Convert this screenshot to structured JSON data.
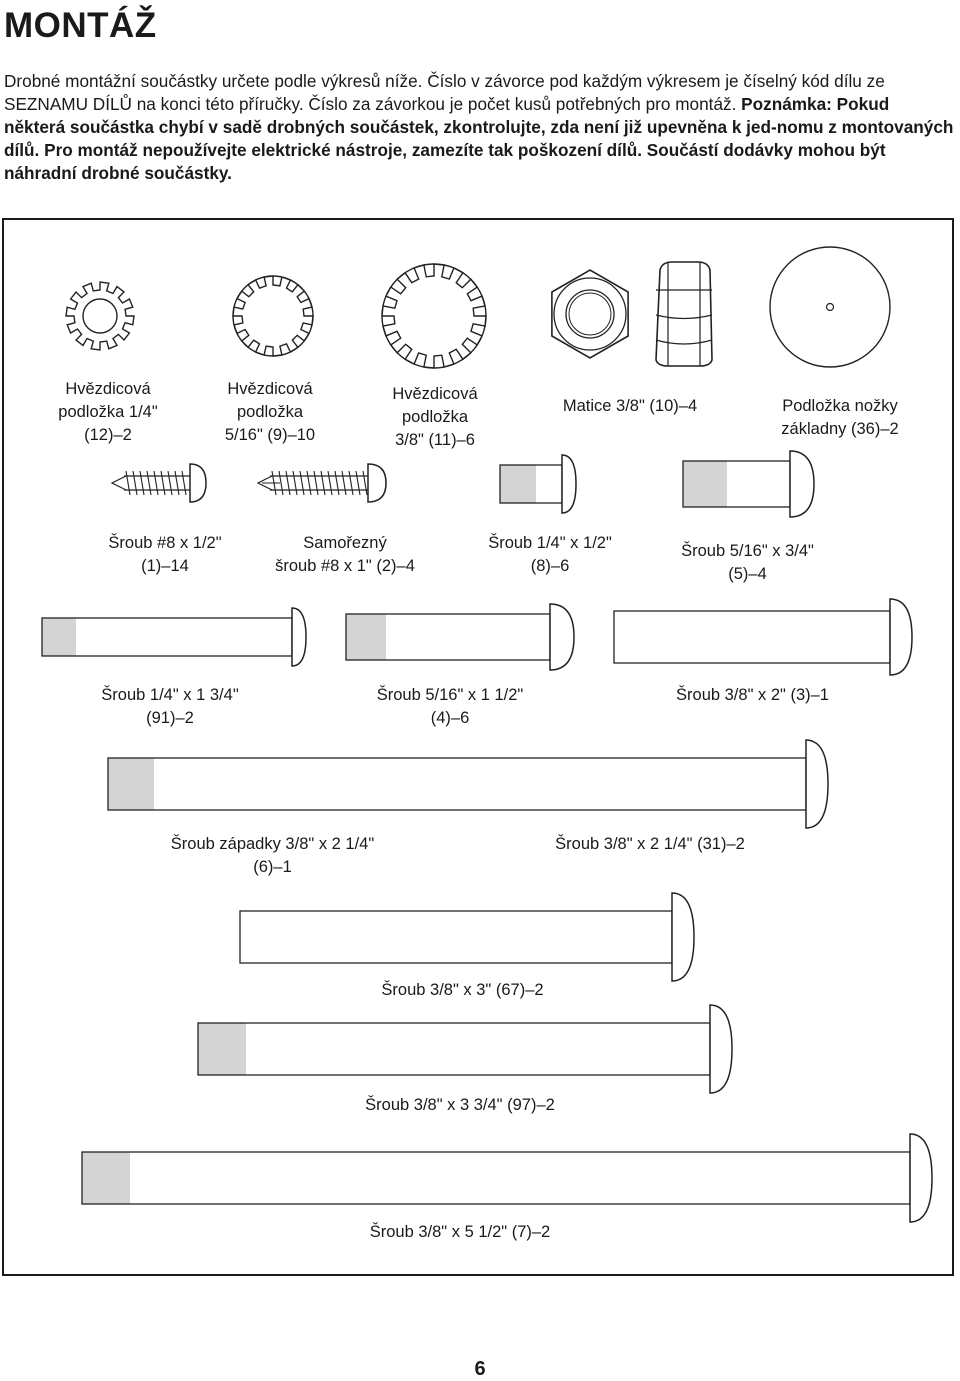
{
  "page": {
    "title": "MONTÁŽ",
    "intro": {
      "normal": "Drobné montážní součástky určete podle výkresů níže. Číslo v závorce pod každým výkresem je číselný kód dílu ze SEZNAMU DÍLŮ na konci této příručky. Číslo za závorkou je počet kusů potřebných pro montáž.",
      "bold": "Poznámka: Pokud některá součástka chybí v sadě drobných součástek, zkontrolujte, zda není již upevněna k jed-nomu z montovaných dílů. Pro montáž nepoužívejte elektrické nástroje, zamezíte tak poškození dílů. Součástí dodávky mohou být náhradní drobné součástky."
    },
    "page_number": "6"
  },
  "parts": [
    {
      "id": "p1",
      "label": "Hvězdicová\npodložka 1/4\"\n(12)–2"
    },
    {
      "id": "p2",
      "label": "Hvězdicová\npodložka\n5/16\" (9)–10"
    },
    {
      "id": "p3",
      "label": "Hvězdicová\npodložka\n3/8\" (11)–6"
    },
    {
      "id": "p4",
      "label": "Matice 3/8\" (10)–4"
    },
    {
      "id": "p5",
      "label": "Podložka nožky\nzákladny (36)–2"
    },
    {
      "id": "p6",
      "label": "Šroub #8 x 1/2\"\n(1)–14"
    },
    {
      "id": "p7",
      "label": "Samořezný\nšroub #8 x 1\" (2)–4"
    },
    {
      "id": "p8",
      "label": "Šroub 1/4\" x 1/2\"\n(8)–6"
    },
    {
      "id": "p9",
      "label": "Šroub 5/16\" x 3/4\"\n(5)–4"
    },
    {
      "id": "p10",
      "label": "Šroub 1/4\" x 1 3/4\"\n(91)–2"
    },
    {
      "id": "p11",
      "label": "Šroub 5/16\" x 1 1/2\"\n(4)–6"
    },
    {
      "id": "p12",
      "label": "Šroub 3/8\" x 2\" (3)–1"
    },
    {
      "id": "p13",
      "label": "Šroub západky 3/8\" x 2 1/4\"\n(6)–1"
    },
    {
      "id": "p14",
      "label": "Šroub 3/8\" x 2 1/4\" (31)–2"
    },
    {
      "id": "p15",
      "label": "Šroub 3/8\" x 3\" (67)–2"
    },
    {
      "id": "p16",
      "label": "Šroub 3/8\" x 3 3/4\" (97)–2"
    },
    {
      "id": "p17",
      "label": "Šroub 3/8\" x 5 1/2\" (7)–2"
    }
  ]
}
